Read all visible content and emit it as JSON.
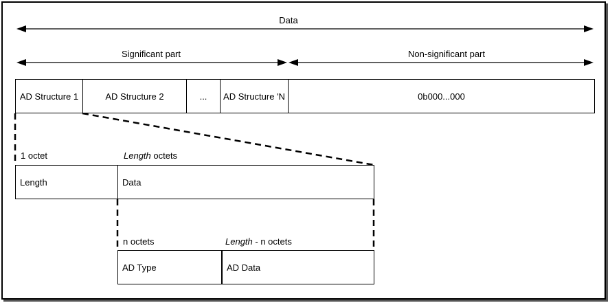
{
  "top_arrow": {
    "label": "Data"
  },
  "mid_arrows": {
    "significant": "Significant part",
    "non_significant": "Non-significant part"
  },
  "top_row": {
    "cells": [
      "AD Structure 1",
      "AD Structure 2",
      "...",
      "AD Structure 'N",
      "0b000...000"
    ]
  },
  "structure_row": {
    "size_labels": {
      "length_size": "1 octet",
      "data_size_italic": "Length",
      "data_size_rest": " octets"
    },
    "cells": [
      "Length",
      "Data"
    ]
  },
  "ad_row": {
    "size_labels": {
      "type_size": "n octets",
      "data_size_italic": "Length",
      "data_size_rest": " - n octets"
    },
    "cells": [
      "AD Type",
      "AD Data"
    ]
  }
}
